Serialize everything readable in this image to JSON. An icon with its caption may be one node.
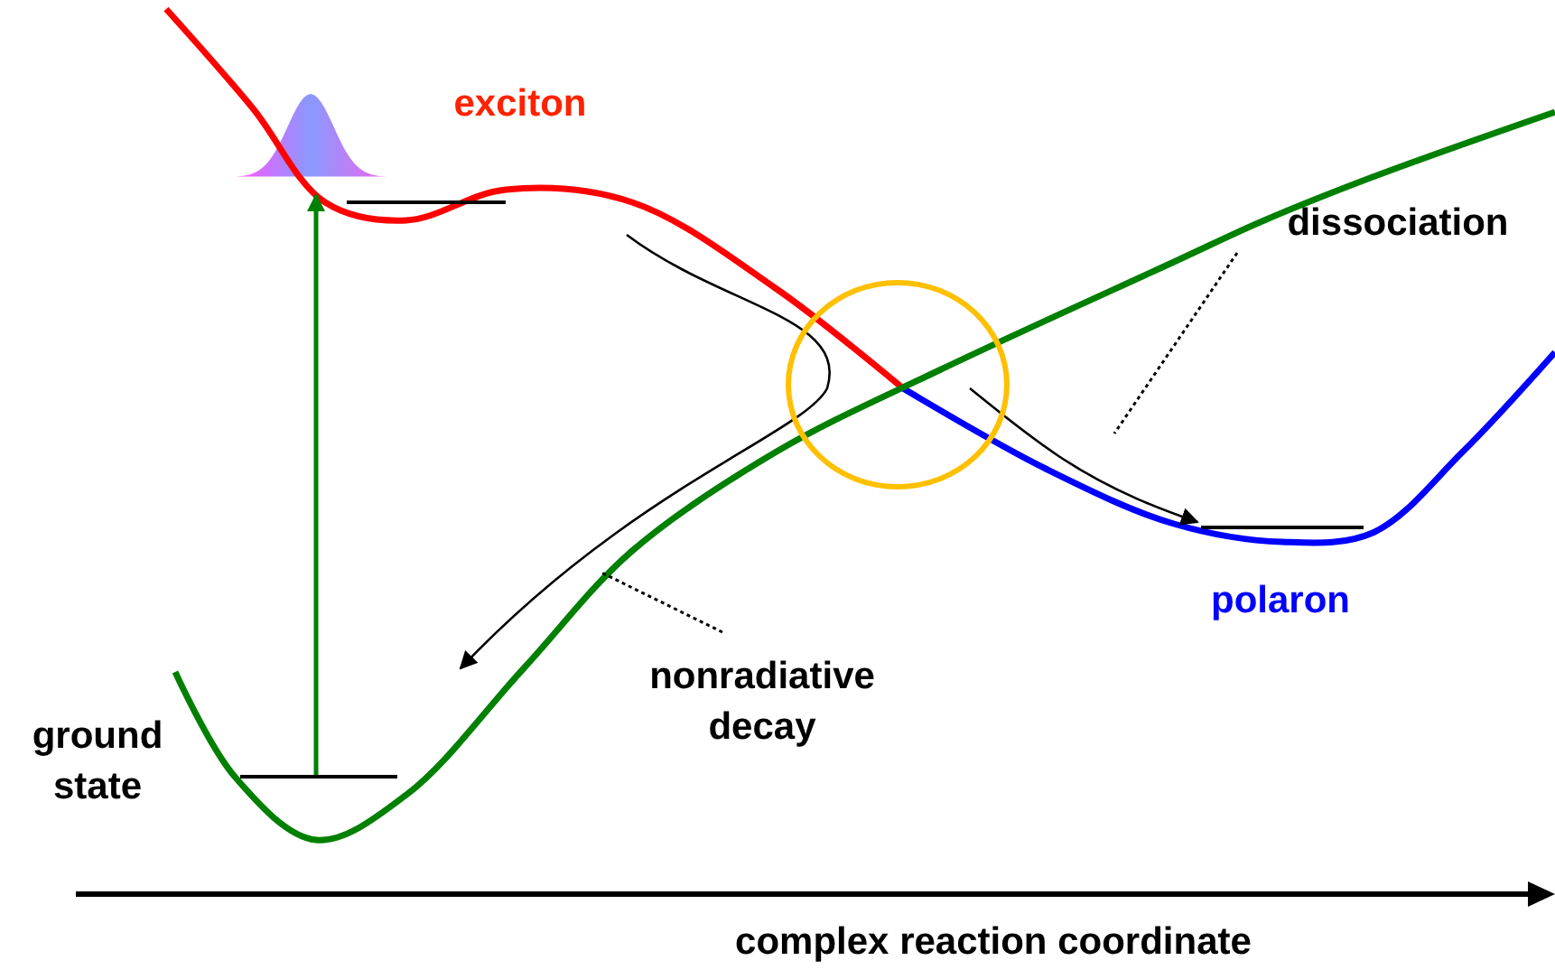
{
  "diagram": {
    "nodes": [
      {
        "text": [
          "exciton"
        ]
      },
      {
        "text": [],
        "shape": "bar"
      },
      {
        "text": [
          "dissociation"
        ]
      },
      {
        "text": [
          "polaron"
        ]
      },
      {
        "text": [],
        "shape": "bar"
      },
      {
        "text": [
          "nonradiative decay"
        ]
      },
      {
        "text": [
          "ground state"
        ]
      },
      {
        "text": [],
        "shape": "bar"
      },
      {
        "text": [],
        "shape": "circle"
      }
    ],
    "edges": [
      {
        "from": 7,
        "to": 1,
        "arrow": "to",
        "color": "#008000"
      },
      {
        "from": 2,
        "to": null,
        "arrow": "none",
        "style": "dashed"
      },
      {
        "from": 5,
        "to": null,
        "arrow": "none",
        "style": "dashed"
      },
      {
        "from": 8,
        "to": 4,
        "arrow": "to"
      }
    ],
    "labels": [
      "complex reaction coordinate"
    ]
  }
}
